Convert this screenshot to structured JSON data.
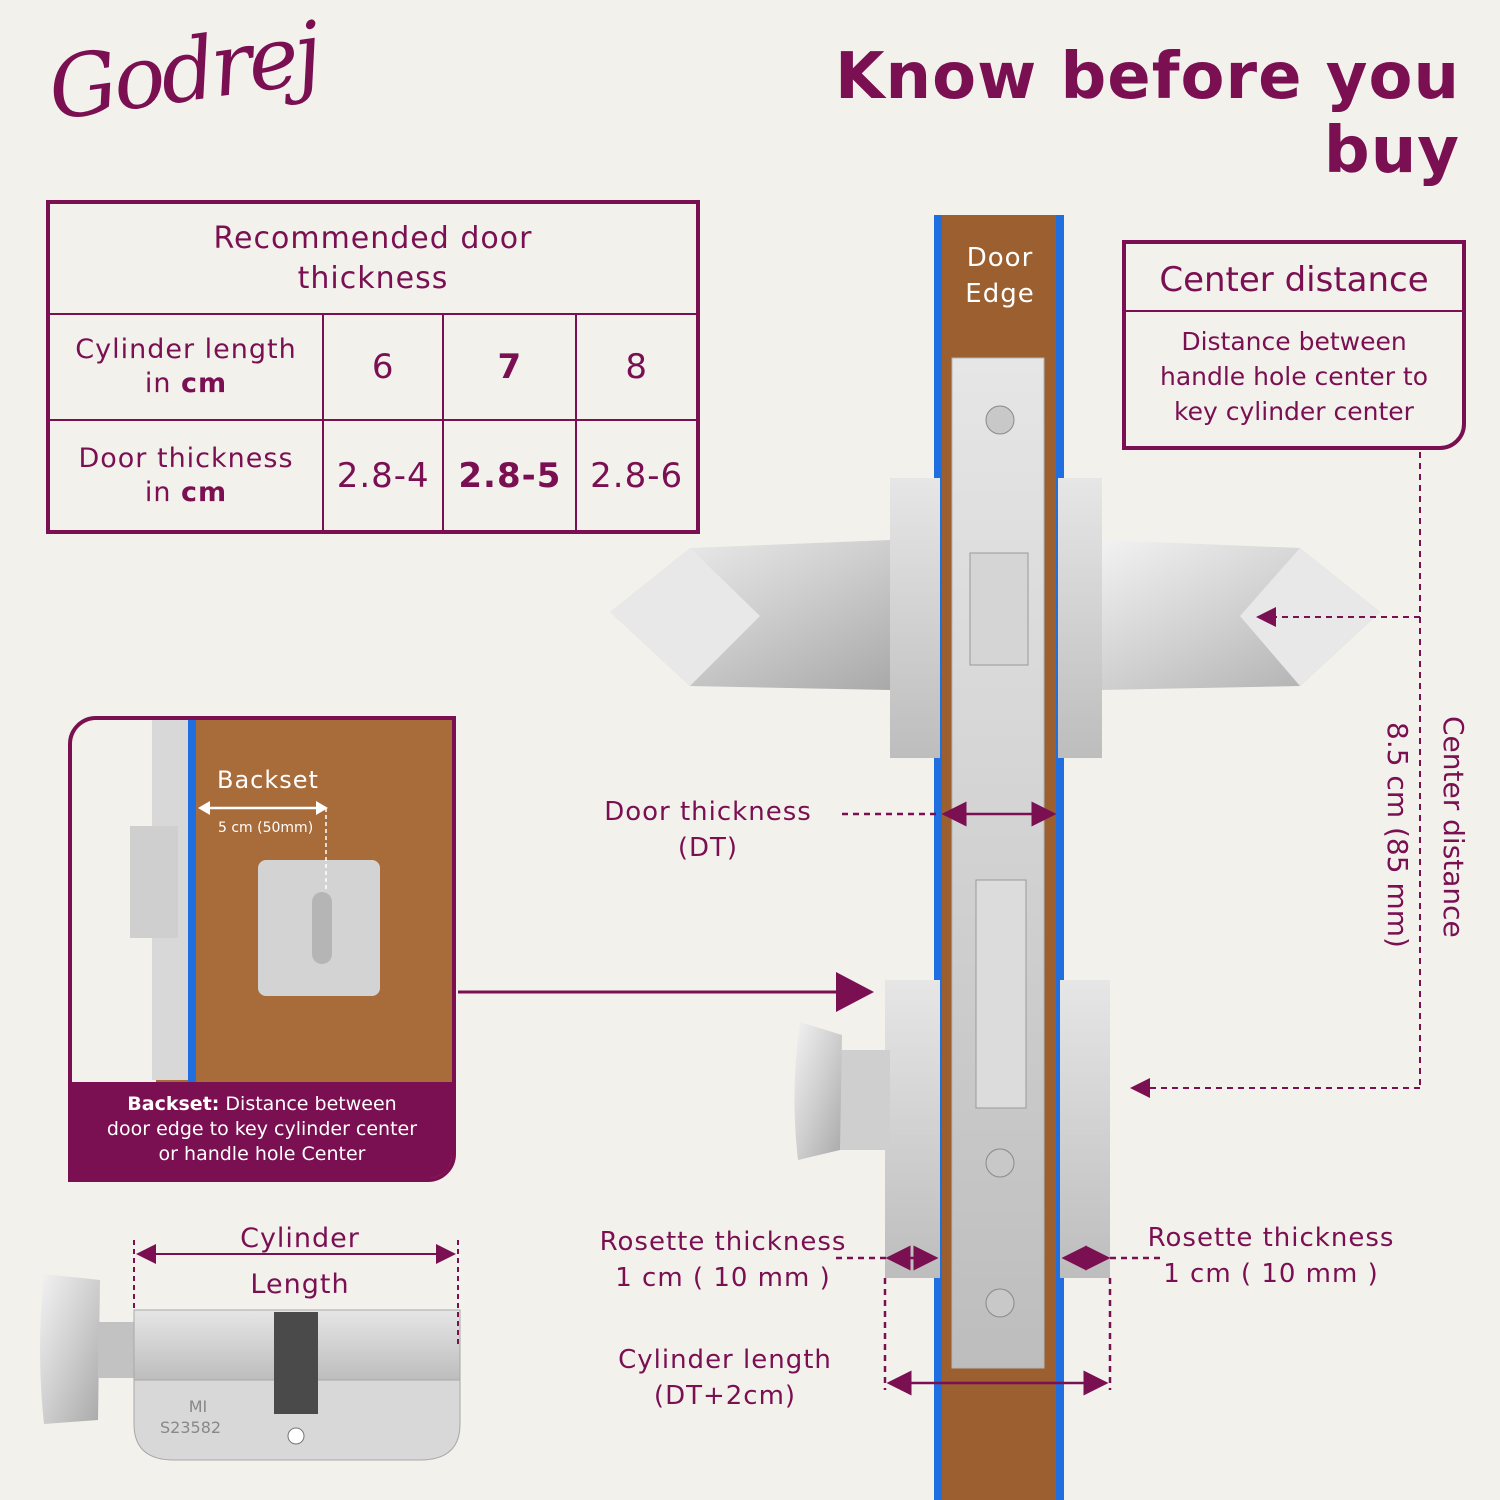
{
  "brand": "Godrej",
  "headline": "Know before you buy",
  "recommended": {
    "title_line1": "Recommended door",
    "title_line2": "thickness",
    "cyl_label_line1": "Cylinder length",
    "cyl_label_line2a": "in ",
    "cyl_label_line2b": "cm",
    "door_label_line1": "Door thickness",
    "door_label_line2a": "in ",
    "door_label_line2b": "cm",
    "cyl_values": [
      "6",
      "7",
      "8"
    ],
    "door_values": [
      "2.8-4",
      "2.8-5",
      "2.8-6"
    ]
  },
  "door_edge": {
    "line1": "Door",
    "line2": "Edge"
  },
  "center_distance": {
    "title": "Center distance",
    "desc_line1": "Distance between",
    "desc_line2": "handle hole center to",
    "desc_line3": "key cylinder center",
    "vertical_label": "Center distance",
    "value": "8.5 cm (85 mm)"
  },
  "door_thickness": {
    "line1": "Door thickness",
    "line2": "(DT)"
  },
  "backset": {
    "label": "Backset",
    "value": "5 cm (50mm)",
    "note_bold": "Backset:",
    "note_line1": " Distance between",
    "note_line2": "door edge to key cylinder center",
    "note_line3": "or handle hole Center"
  },
  "cylinder": {
    "line1": "Cylinder",
    "line2": "Length",
    "stamp1": "MI",
    "stamp2": "S23582"
  },
  "rosette_left": {
    "line1": "Rosette thickness",
    "line2": "1 cm ( 10 mm )"
  },
  "rosette_right": {
    "line1": "Rosette thickness",
    "line2": "1 cm ( 10 mm )"
  },
  "cyl_length": {
    "line1": "Cylinder length",
    "line2": "(DT+2cm)"
  },
  "colors": {
    "brand": "#7a0f52",
    "background": "#f3f1ec",
    "wood": "#a86b3a",
    "edge_blue": "#1f6fe0"
  }
}
